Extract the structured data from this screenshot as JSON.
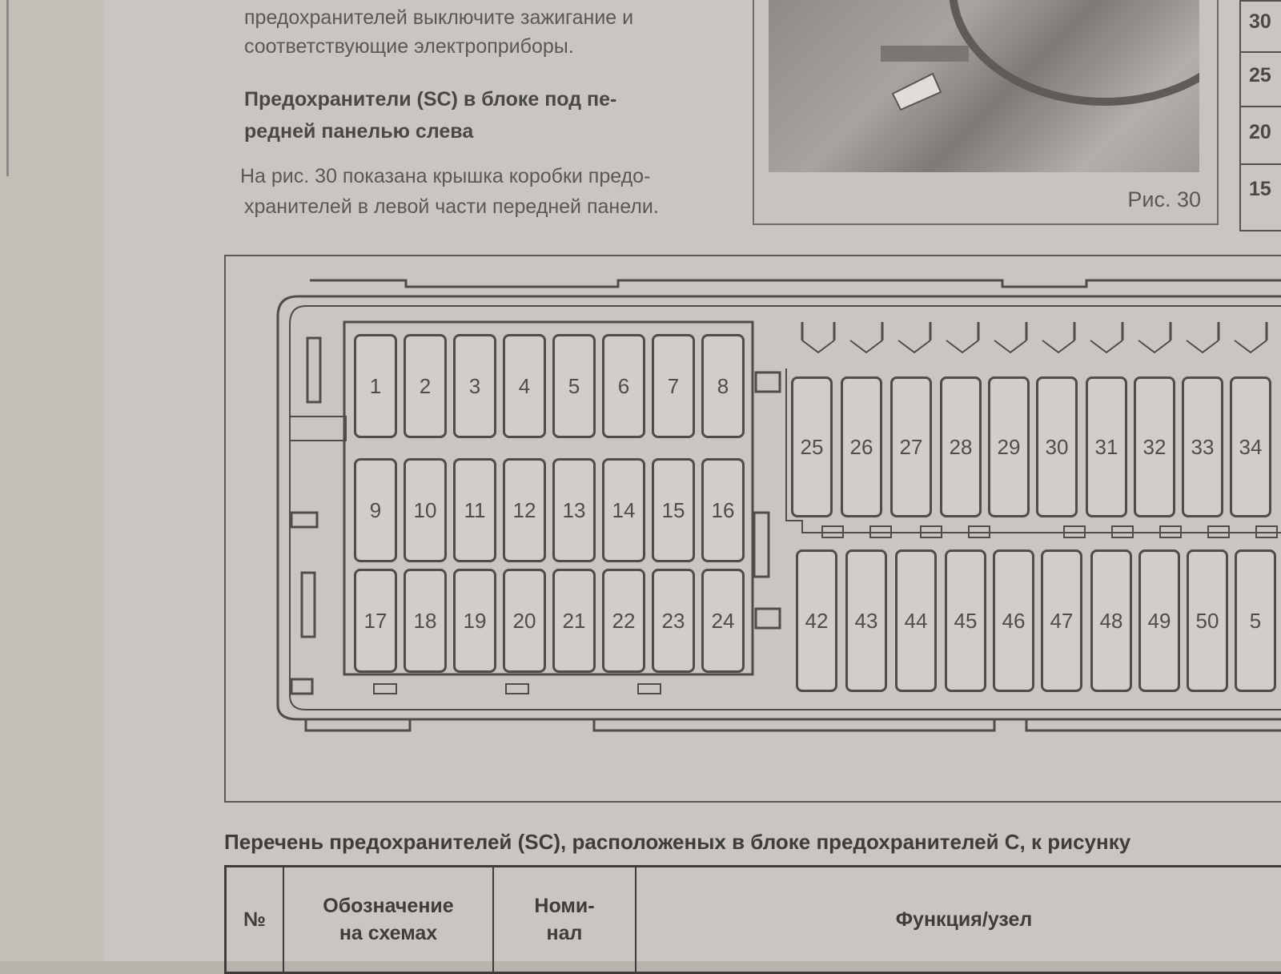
{
  "text": {
    "para1_line1": "предохранителей выключите зажигание и",
    "para1_line2": "соответствующие электроприборы.",
    "heading_line1": "Предохранители (SC) в блоке под пе-",
    "heading_line2": "редней панелью слева",
    "para2_line1": "На рис. 30 показана крышка коробки предо-",
    "para2_line2": "хранителей в левой части передней панели."
  },
  "figure": {
    "caption": "Рис. 30"
  },
  "side_table": {
    "values": [
      "30",
      "25",
      "20",
      "15"
    ]
  },
  "fuse_box": {
    "left_row1": [
      "1",
      "2",
      "3",
      "4",
      "5",
      "6",
      "7",
      "8"
    ],
    "left_row2": [
      "9",
      "10",
      "11",
      "12",
      "13",
      "14",
      "15",
      "16"
    ],
    "left_row3": [
      "17",
      "18",
      "19",
      "20",
      "21",
      "22",
      "23",
      "24"
    ],
    "right_top": [
      "25",
      "26",
      "27",
      "28",
      "29",
      "30",
      "31",
      "32",
      "33",
      "34"
    ],
    "right_bottom": [
      "42",
      "43",
      "44",
      "45",
      "46",
      "47",
      "48",
      "49",
      "50",
      "5"
    ]
  },
  "table": {
    "caption": "Перечень предохранителей (SC), расположеных в блоке предохранителей С, к рисунку",
    "headers": [
      {
        "line1": "№",
        "line2": ""
      },
      {
        "line1": "Обозначение",
        "line2": "на схемах"
      },
      {
        "line1": "Номи-",
        "line2": "нал"
      },
      {
        "line1": "Функция/узел",
        "line2": ""
      }
    ]
  }
}
